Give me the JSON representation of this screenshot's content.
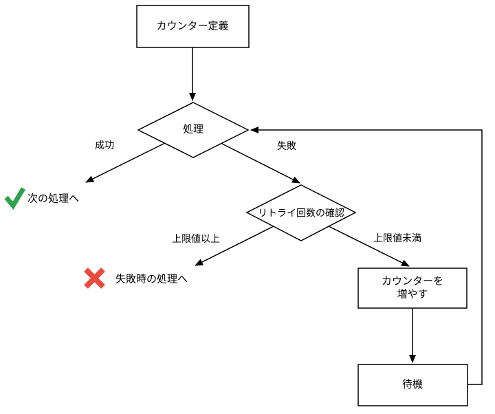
{
  "diagram": {
    "nodes": {
      "counter_def": {
        "label": "カウンター定義"
      },
      "process": {
        "label": "処理"
      },
      "retry_check": {
        "label": "リトライ回数の確認"
      },
      "increment_counter": {
        "label_line1": "カウンターを",
        "label_line2": "増やす"
      },
      "wait": {
        "label": "待機"
      }
    },
    "edge_labels": {
      "success": "成功",
      "failure": "失敗",
      "limit_reached": "上限値以上",
      "under_limit": "上限値未満"
    },
    "terminals": {
      "next_process": {
        "icon": "check-icon",
        "color": "#2FA24F",
        "label": "次の処理へ"
      },
      "failure_handler": {
        "icon": "cross-icon",
        "color": "#EA4B41",
        "label": "失敗時の処理へ"
      }
    },
    "style": {
      "line_color": "#000000",
      "node_fill": "#FFFFFF"
    }
  }
}
